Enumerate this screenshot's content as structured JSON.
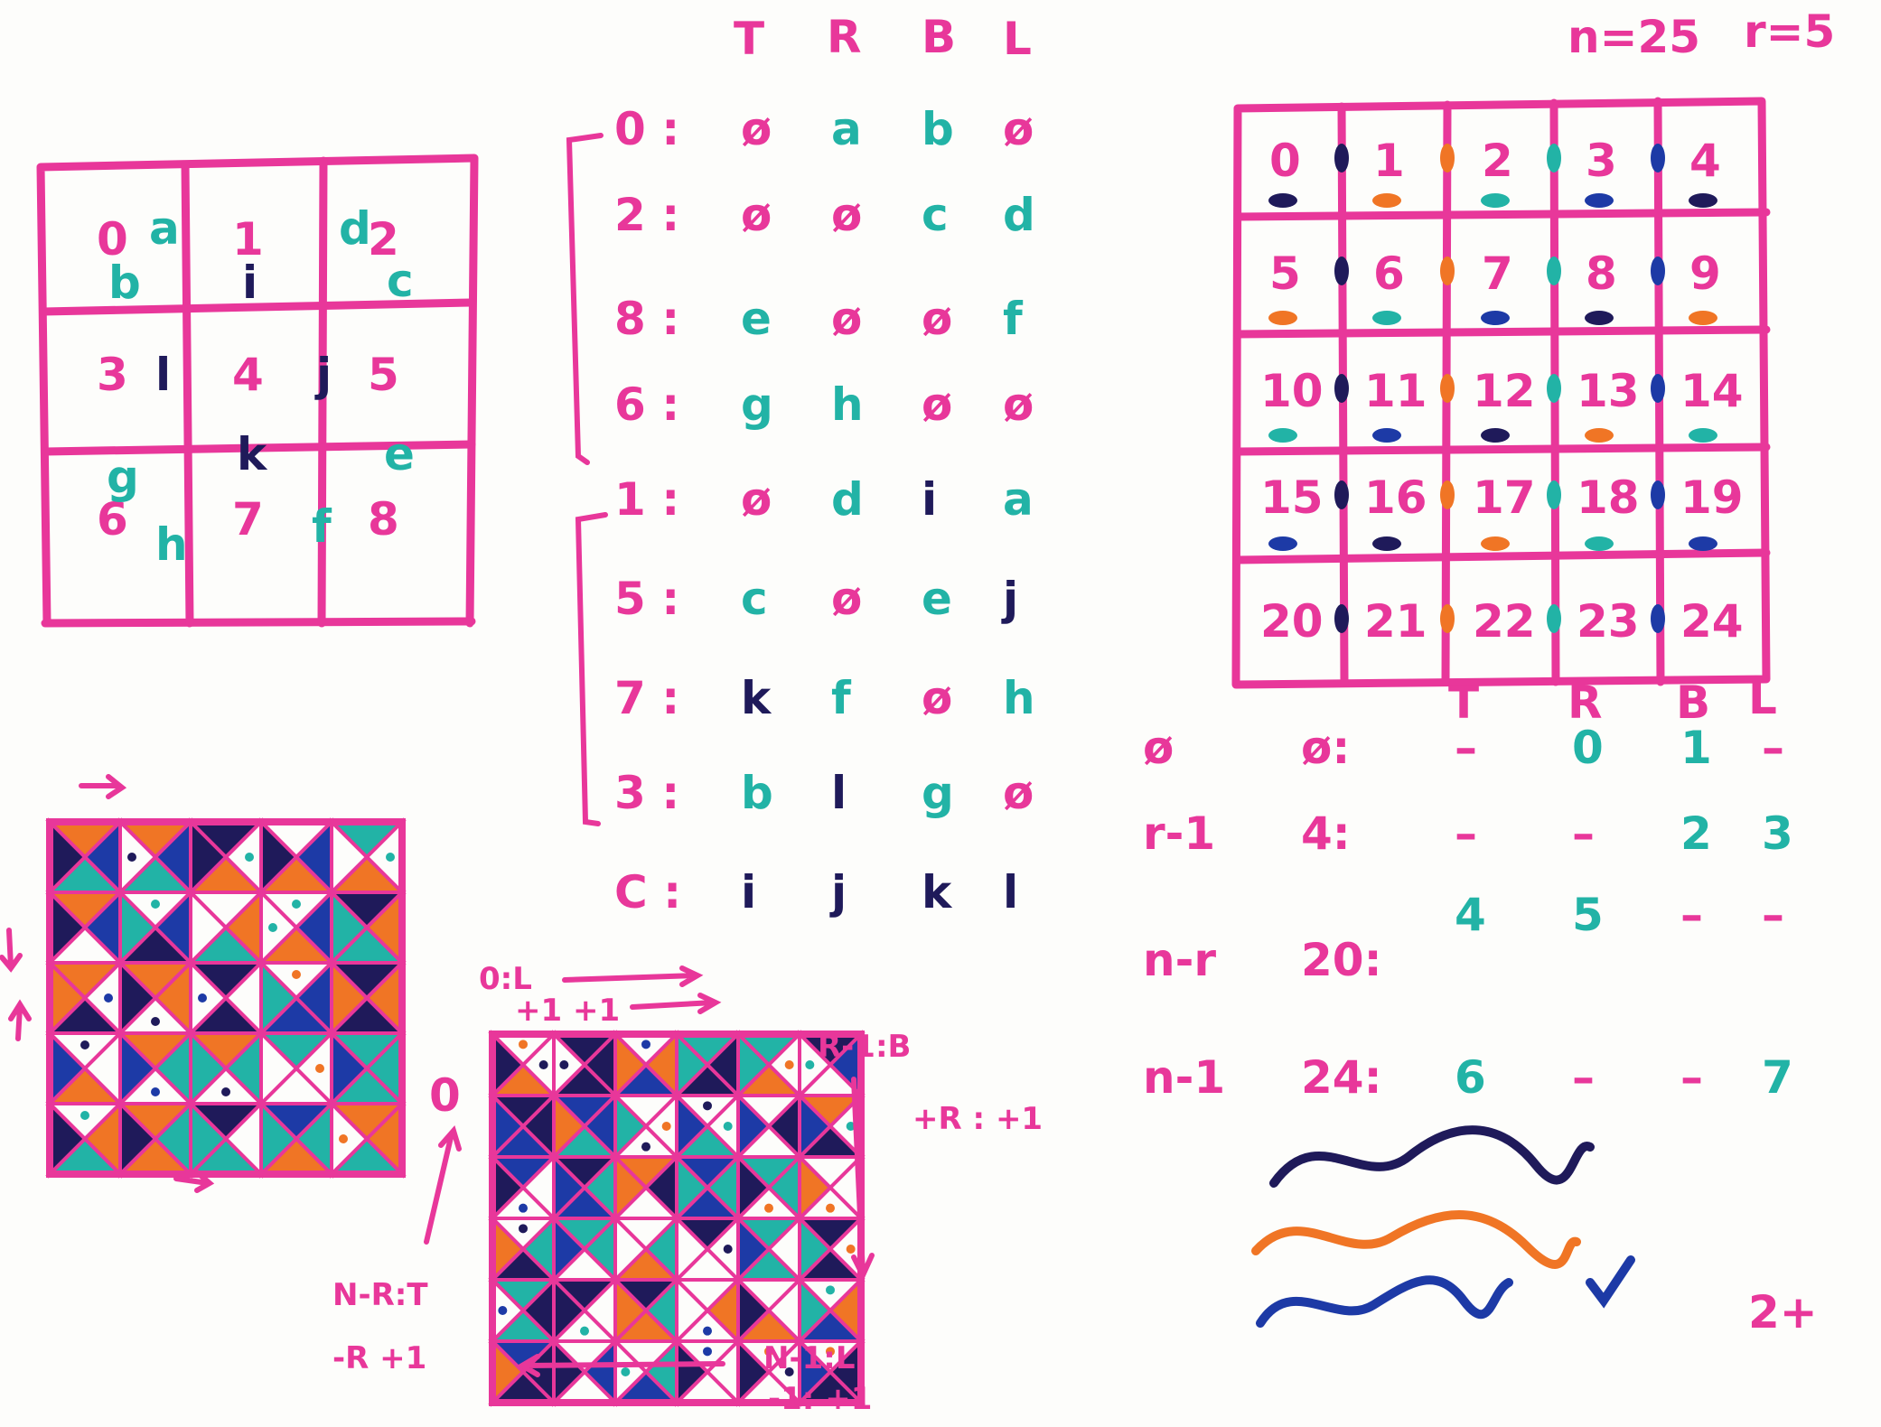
{
  "corner_note": {
    "n": "n=25",
    "r": "r=5"
  },
  "page_number": "2+",
  "grid3": {
    "cells": [
      "0",
      "1",
      "2",
      "3",
      "4",
      "5",
      "6",
      "7",
      "8"
    ],
    "edges": [
      "a",
      "d",
      "b",
      "i",
      "c",
      "l",
      "j",
      "g",
      "k",
      "e",
      "h",
      "f"
    ]
  },
  "table_header": [
    "T",
    "R",
    "B",
    "L"
  ],
  "table_rows": [
    {
      "id": "0",
      "vals": [
        "ø",
        "a",
        "b",
        "ø"
      ]
    },
    {
      "id": "2",
      "vals": [
        "ø",
        "ø",
        "c",
        "d"
      ]
    },
    {
      "id": "8",
      "vals": [
        "e",
        "ø",
        "ø",
        "f"
      ]
    },
    {
      "id": "6",
      "vals": [
        "g",
        "h",
        "ø",
        "ø"
      ]
    },
    {
      "id": "1",
      "vals": [
        "ø",
        "d",
        "i",
        "a"
      ]
    },
    {
      "id": "5",
      "vals": [
        "c",
        "ø",
        "e",
        "j"
      ]
    },
    {
      "id": "7",
      "vals": [
        "k",
        "f",
        "ø",
        "h"
      ]
    },
    {
      "id": "3",
      "vals": [
        "b",
        "l",
        "g",
        "ø"
      ]
    },
    {
      "id": "C",
      "vals": [
        "i",
        "j",
        "k",
        "l"
      ]
    }
  ],
  "grid5": {
    "cells": [
      "0",
      "1",
      "2",
      "3",
      "4",
      "5",
      "6",
      "7",
      "8",
      "9",
      "10",
      "11",
      "12",
      "13",
      "14",
      "15",
      "16",
      "17",
      "18",
      "19",
      "20",
      "21",
      "22",
      "23",
      "24"
    ]
  },
  "table2_header": [
    "T",
    "R",
    "B",
    "L"
  ],
  "table2_rows": [
    {
      "label": "ø",
      "id": "ø:",
      "vals": [
        "–",
        "0",
        "1",
        "–"
      ]
    },
    {
      "label": "r-1",
      "id": "4:",
      "vals": [
        "–",
        "–",
        "2",
        "3"
      ]
    },
    {
      "label": "n-r",
      "id": "20:",
      "vals": [
        "4",
        "5",
        "–",
        "–"
      ]
    },
    {
      "label": "n-1",
      "id": "24:",
      "vals": [
        "6",
        "–",
        "–",
        "7"
      ]
    }
  ],
  "mosaic_notes": {
    "top": "0:L",
    "top_sub": "+1 +1",
    "right": "R-1:B",
    "right_sub": "+R : +1",
    "bottom": "N-1:L",
    "bottom_sub": "-1: +1",
    "left": "N-R:T",
    "left_sub": "-R +1",
    "origin": "0"
  },
  "colors": {
    "pink": "#e8379a",
    "teal": "#22b3a6",
    "navy": "#1f1a5a",
    "orange": "#f07525",
    "blue": "#1d3aa6"
  }
}
